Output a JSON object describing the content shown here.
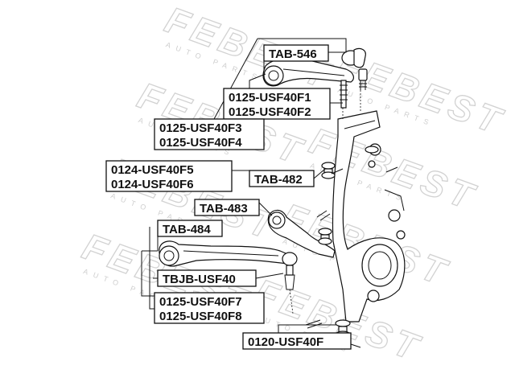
{
  "watermark": {
    "brand": "FEBEST",
    "sub": "AUTO PARTS"
  },
  "labels": {
    "tab_546": "TAB-546",
    "f1": "0125-USF40F1",
    "f2": "0125-USF40F2",
    "f3": "0125-USF40F3",
    "f4": "0125-USF40F4",
    "f5": "0124-USF40F5",
    "f6": "0124-USF40F6",
    "tab_482": "TAB-482",
    "tab_483": "TAB-483",
    "tab_484": "TAB-484",
    "tbjb": "TBJB-USF40",
    "f7": "0125-USF40F7",
    "f8": "0125-USF40F8",
    "f120": "0120-USF40F"
  }
}
